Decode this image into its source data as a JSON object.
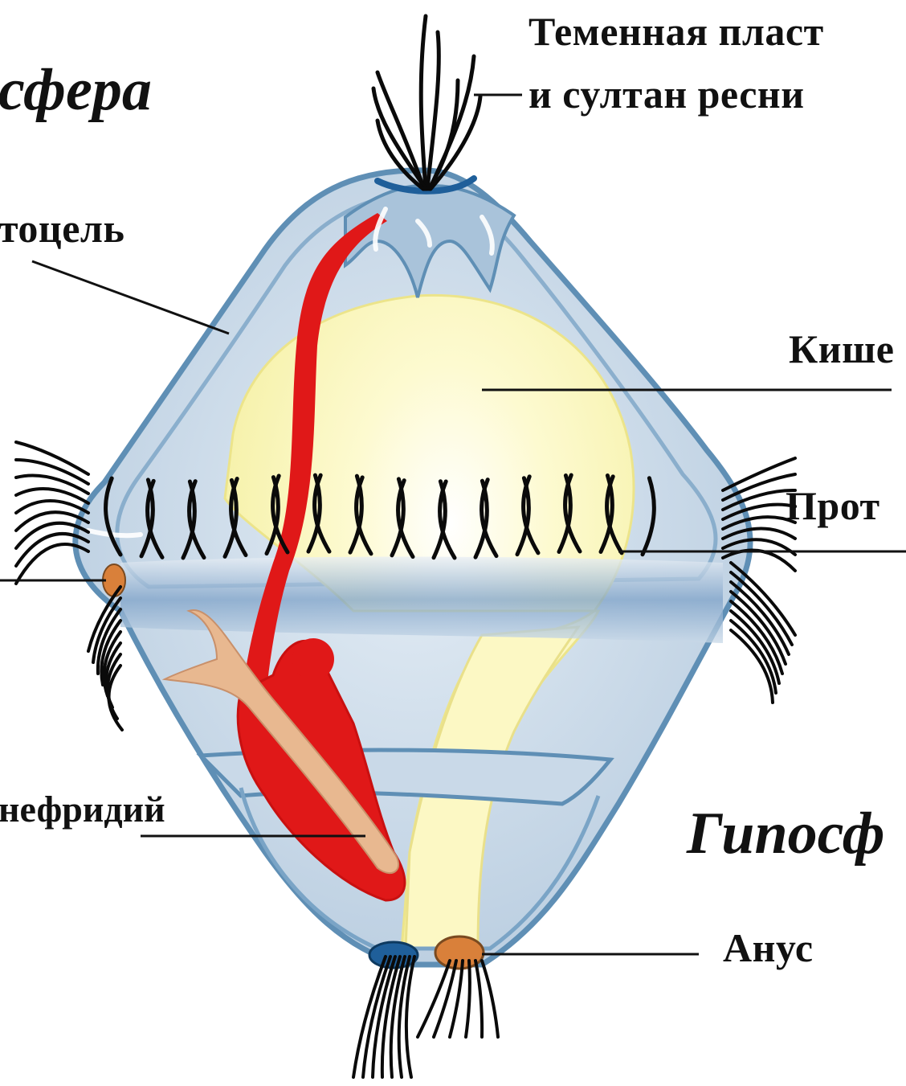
{
  "labels": {
    "apical_line1": "Теменная пласт",
    "apical_line2": "и султан ресни",
    "episphere": "сфера",
    "coelom": "тоцель",
    "intestine": "Кише",
    "prototroch": "Прот",
    "nephridium": "нефридий",
    "hyposphere": "Гипосф",
    "anus": "Анус"
  },
  "colors": {
    "body_fill": "#c9d9e8",
    "body_outline": "#5f8fb5",
    "gut_fill": "#fbf7b8",
    "vessel_red": "#e01818",
    "nephridium_tan": "#e8b890",
    "anus_ring": "#d9803a",
    "mouth_blue": "#1f5f9a",
    "cilia": "#0a0a0a"
  }
}
